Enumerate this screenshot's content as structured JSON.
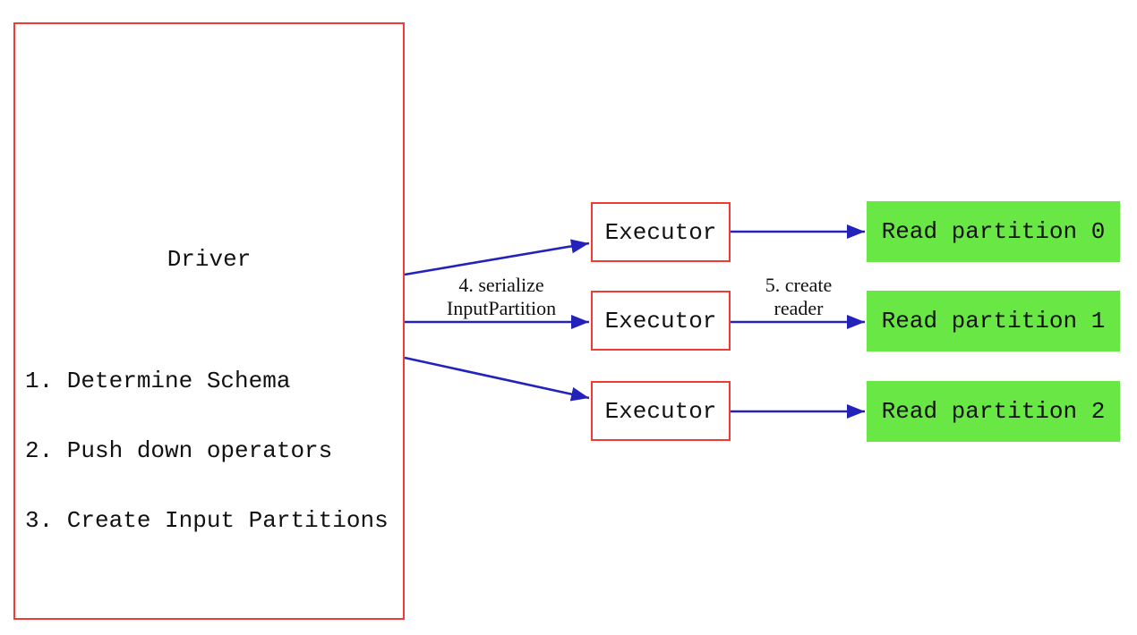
{
  "colors": {
    "box-red": "#ee3b33",
    "arrow-blue": "#2323bb",
    "partition-green": "#68e745",
    "text-black": "#111111",
    "bg": "#ffffff"
  },
  "driver": {
    "title": "Driver",
    "steps": [
      "1. Determine Schema",
      "2. Push down operators",
      "3. Create Input Partitions"
    ]
  },
  "executors": [
    {
      "label": "Executor"
    },
    {
      "label": "Executor"
    },
    {
      "label": "Executor"
    }
  ],
  "partitions": [
    {
      "label": "Read partition 0"
    },
    {
      "label": "Read partition 1"
    },
    {
      "label": "Read partition 2"
    }
  ],
  "edge_labels": {
    "serialize": {
      "line1": "4. serialize",
      "line2": "InputPartition"
    },
    "create_reader": {
      "line1": "5. create",
      "line2": "reader"
    }
  }
}
